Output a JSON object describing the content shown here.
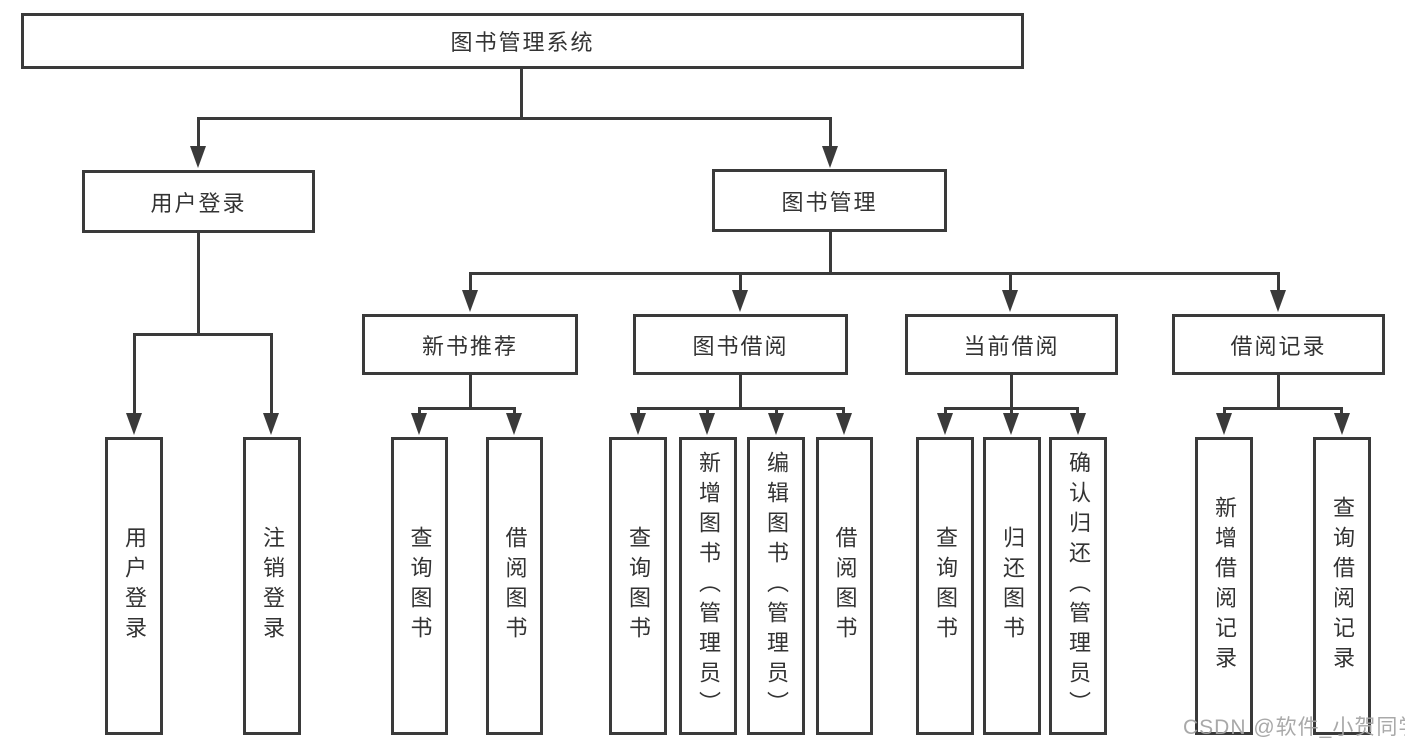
{
  "diagram": {
    "type": "tree",
    "background": "#ffffff",
    "line_color": "#3a3a3a",
    "text_color": "#333333",
    "watermark": "CSDN @软件_小贺同学",
    "root": {
      "label": "图书管理系统"
    },
    "branches": [
      {
        "label": "用户登录",
        "leaves": [
          {
            "label": "用户登录"
          },
          {
            "label": "注销登录"
          }
        ]
      },
      {
        "label": "图书管理",
        "groups": [
          {
            "label": "新书推荐",
            "leaves": [
              {
                "label": "查询图书"
              },
              {
                "label": "借阅图书"
              }
            ]
          },
          {
            "label": "图书借阅",
            "leaves": [
              {
                "label": "查询图书"
              },
              {
                "label": "新增图书（管理员）"
              },
              {
                "label": "编辑图书（管理员）"
              },
              {
                "label": "借阅图书"
              }
            ]
          },
          {
            "label": "当前借阅",
            "leaves": [
              {
                "label": "查询图书"
              },
              {
                "label": "归还图书"
              },
              {
                "label": "确认归还（管理员）"
              }
            ]
          },
          {
            "label": "借阅记录",
            "leaves": [
              {
                "label": "新增借阅记录"
              },
              {
                "label": "查询借阅记录"
              }
            ]
          }
        ]
      }
    ]
  }
}
